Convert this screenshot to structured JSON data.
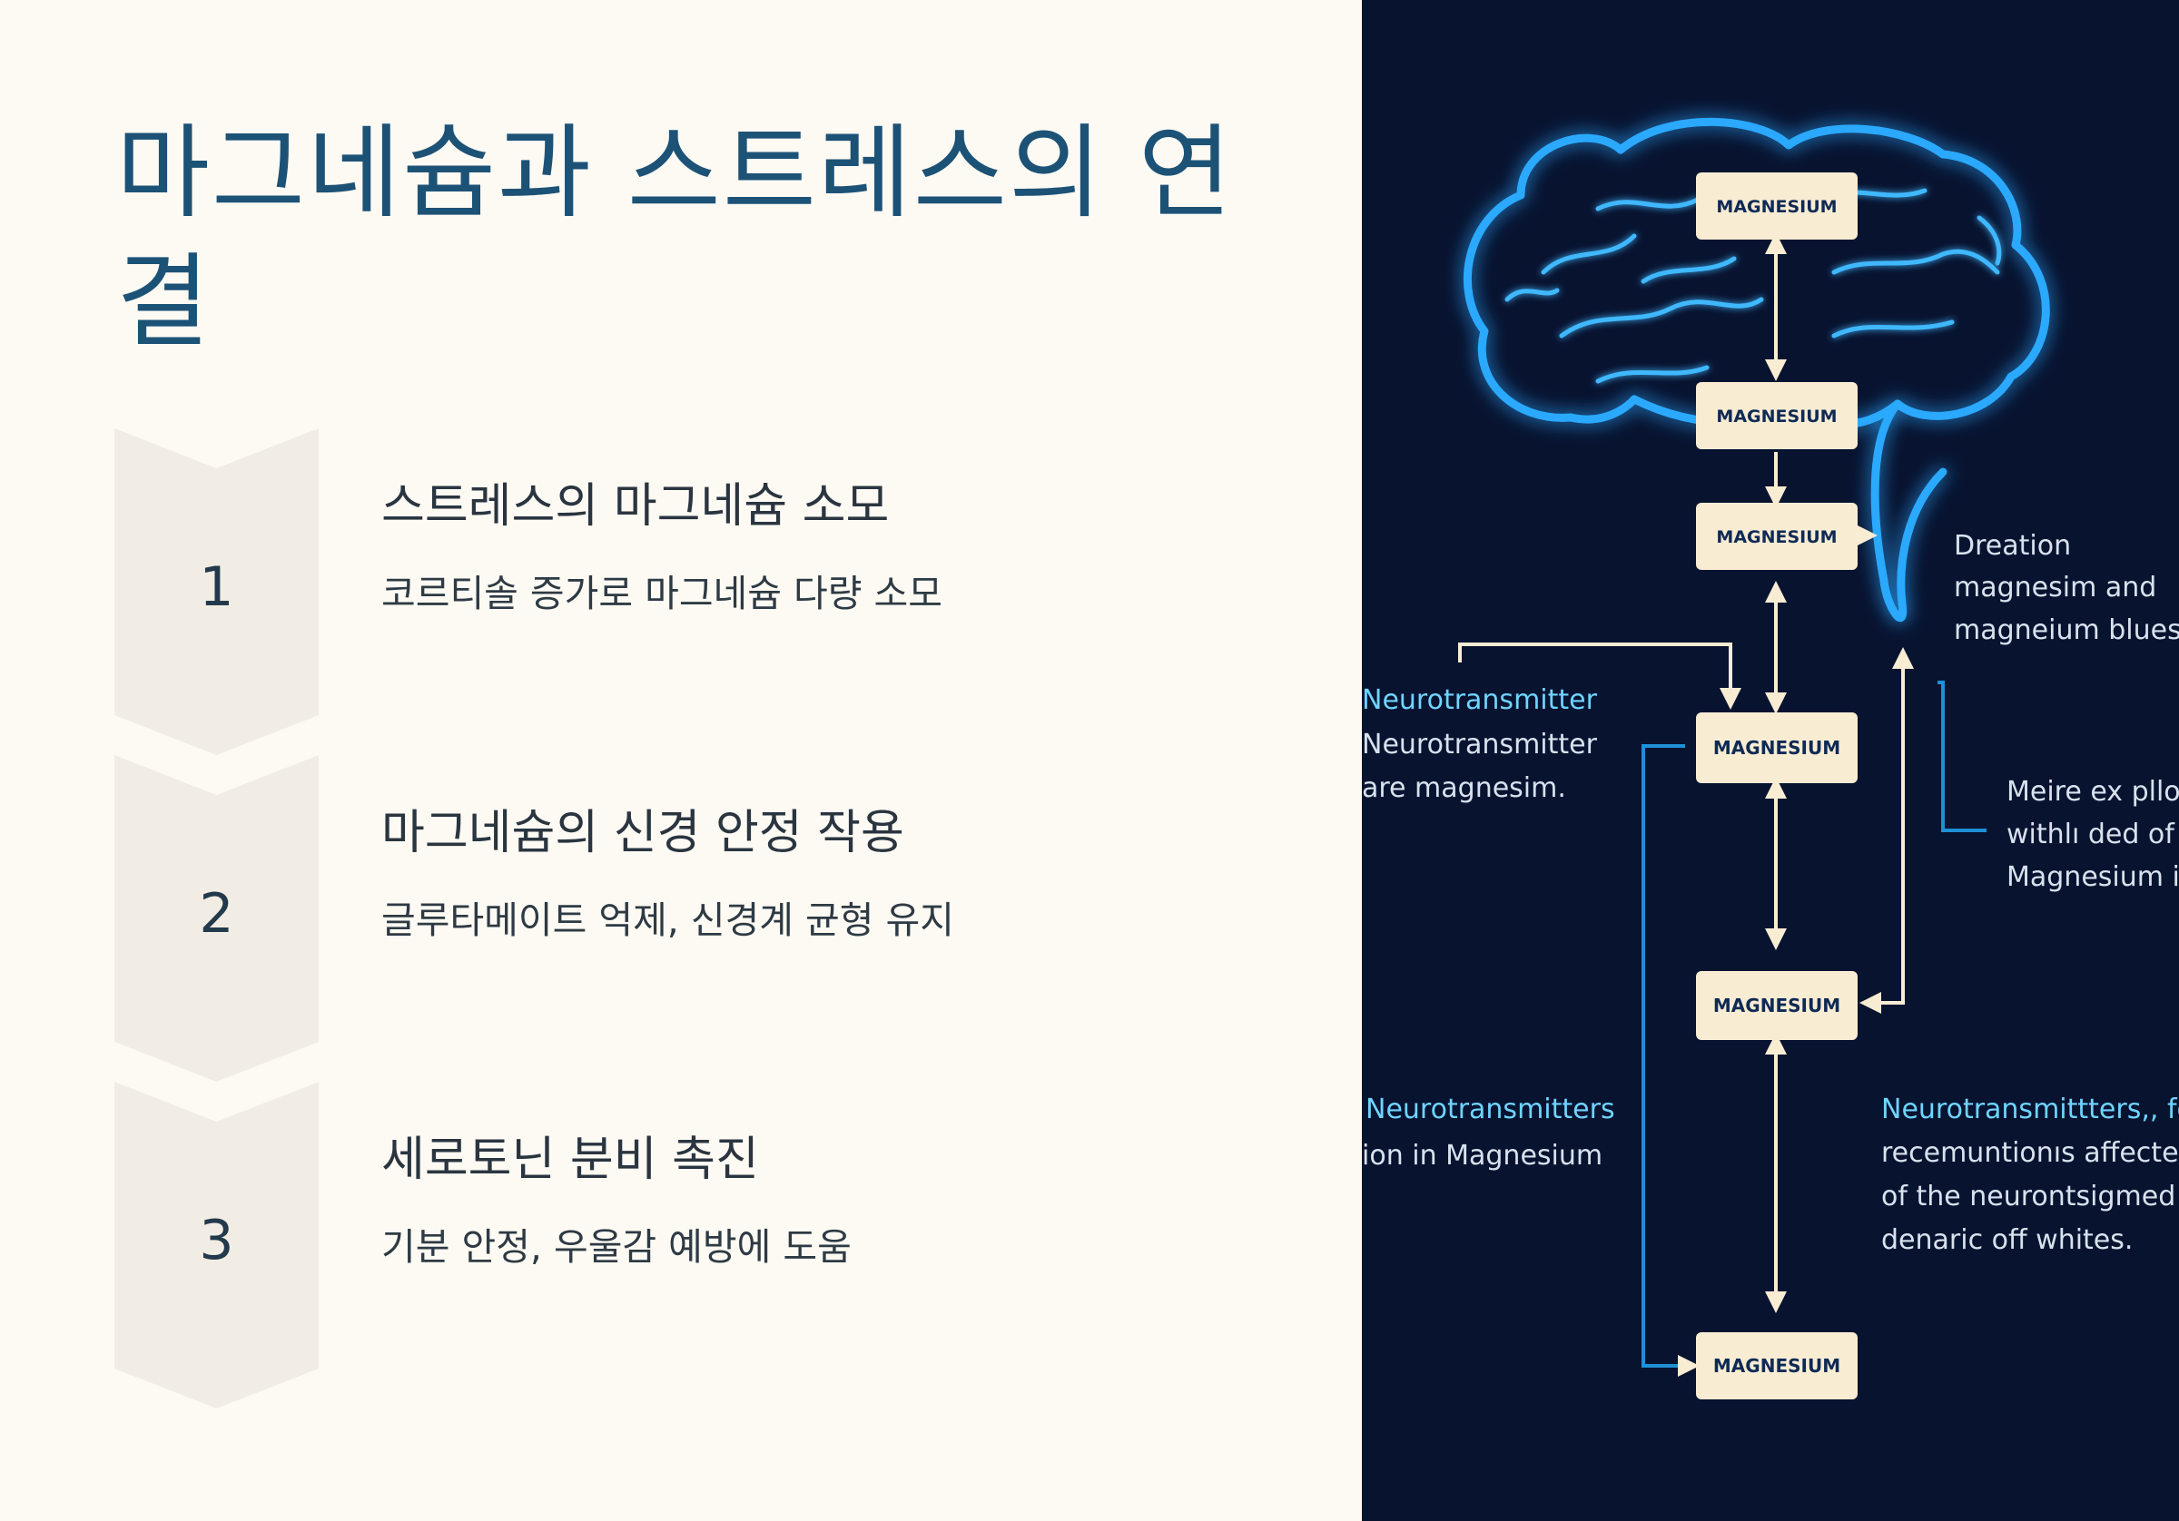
{
  "title": "마그네슘과 스트레스의 연결",
  "steps": [
    {
      "number": "1",
      "title": "스트레스의 마그네슘 소모",
      "desc": "코르티솔 증가로 마그네슘 다량 소모"
    },
    {
      "number": "2",
      "title": "마그네슘의 신경 안정 작용",
      "desc": "글루타메이트 억제, 신경계 균형 유지"
    },
    {
      "number": "3",
      "title": "세로토닌 분비 촉진",
      "desc": "기분 안정, 우울감 예방에 도움"
    }
  ],
  "illustration": {
    "box_label": "MAGNESIUM",
    "text_dreation": [
      "Dreation",
      "magnesim and",
      "magneium blues"
    ],
    "text_left_top": [
      "Neurotransmitter",
      "Neurotransmitter",
      "are magnesim."
    ],
    "text_right_mid": [
      "Meire ex pllow",
      "withlı ded of",
      "Magnesium ion"
    ],
    "text_left_bottom": [
      "Neurotransmitters",
      "ion in Magnesium"
    ],
    "text_right_bottom": [
      "Neurotransmittters,, fo",
      "recemuntionıs affected",
      "of the neurontsigmed i",
      "denaric off whites."
    ],
    "colors": {
      "background": "#081330",
      "glow": "#29a9ff",
      "box": "#f8ecd3",
      "accent_text": "#6fd4ff"
    }
  }
}
